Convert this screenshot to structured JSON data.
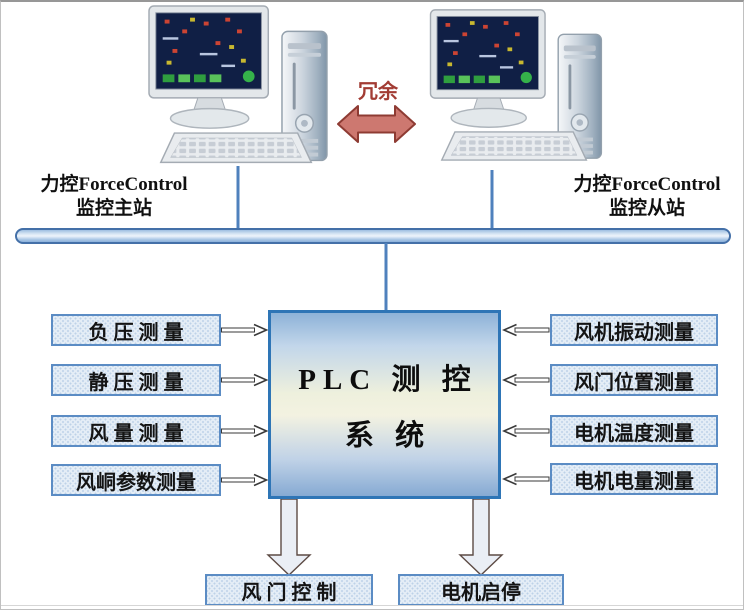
{
  "diagram": {
    "stations": {
      "master": {
        "line1": "力控ForceControl",
        "line2": "监控主站"
      },
      "slave": {
        "line1": "力控ForceControl",
        "line2": "监控从站"
      }
    },
    "redundancy_label": "冗余",
    "plc_box": {
      "line1": "PLC 测 控",
      "line2": "系 统"
    },
    "left_inputs": [
      "负 压 测 量",
      "静 压 测 量",
      "风 量 测 量",
      "风峒参数测量"
    ],
    "right_inputs": [
      "风机振动测量",
      "风门位置测量",
      "电机温度测量",
      "电机电量测量"
    ],
    "bottom_outputs": [
      "风 门 控 制",
      "电机启停"
    ],
    "colors": {
      "accent_blue": "#4f81bd",
      "box_border": "#5b8cc4",
      "box_fill": "#e4edf6",
      "plc_border": "#2e75b6",
      "redundancy_arrow_fill": "#cd7870",
      "redundancy_arrow_border": "#8e3b33",
      "redundancy_text": "#a23c34"
    }
  }
}
